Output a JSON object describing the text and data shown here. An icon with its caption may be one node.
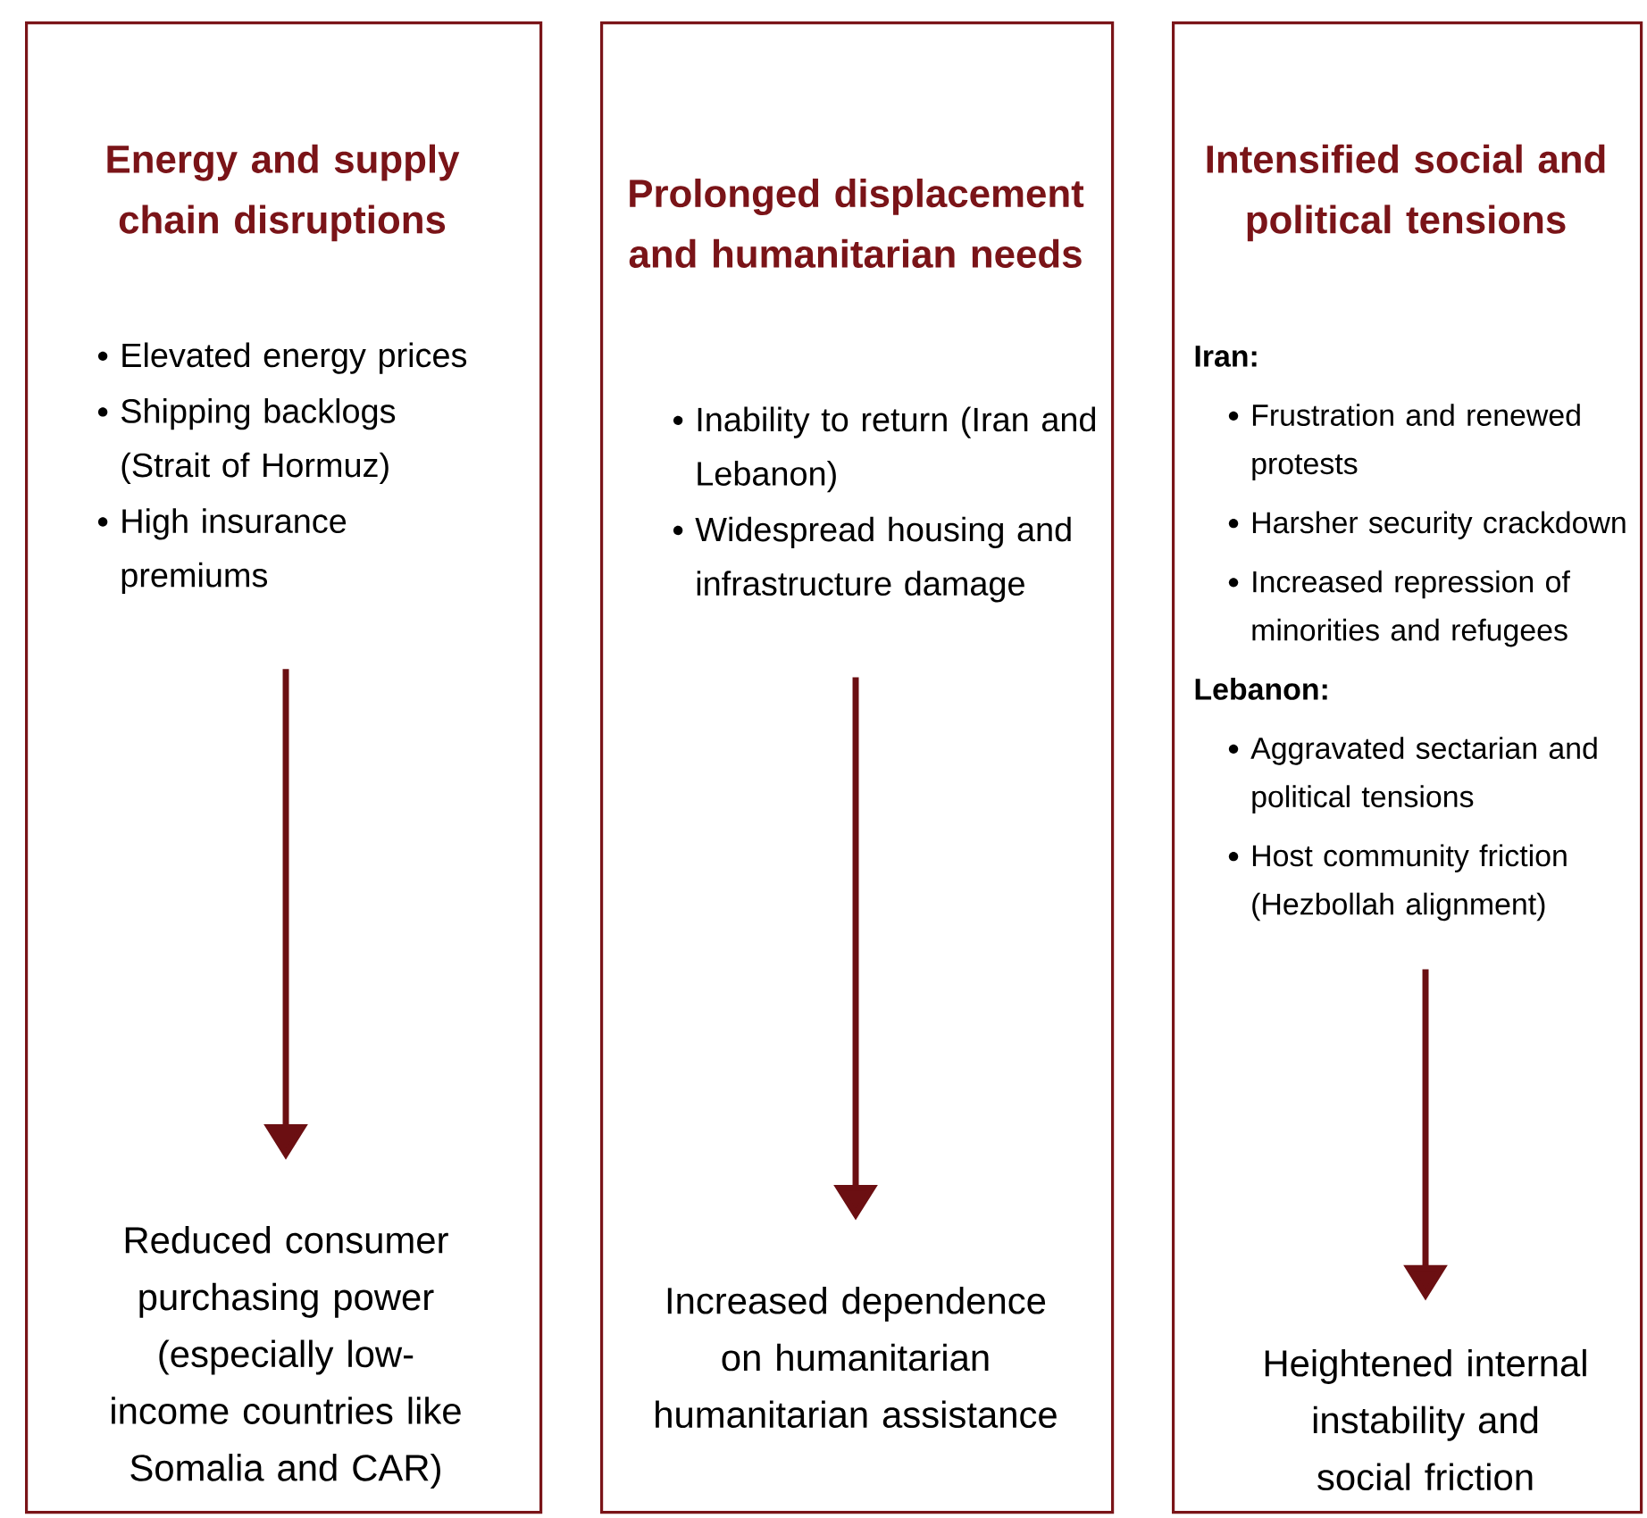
{
  "diagram": {
    "nodes": [
      {
        "text": [
          "Energy and supply chain disruptions"
        ]
      },
      {
        "text": [
          "Elevated energy prices",
          "Shipping backlogs (Strait of Hormuz)",
          "High insurance premiums"
        ],
        "in": 0
      },
      {
        "text": [
          "Reduced consumer purchasing power (especially low-income countries like Somalia and CAR)"
        ],
        "in": 0
      },
      {
        "text": [
          "Prolonged displacement and humanitarian needs"
        ]
      },
      {
        "text": [
          "Inability to return (Iran and Lebanon)",
          "Widespread housing and infrastructure damage"
        ],
        "in": 3
      },
      {
        "text": [
          "Increased dependence on humanitarian humanitarian assistance"
        ],
        "in": 3
      },
      {
        "text": [
          "Intensified social and political tensions"
        ]
      },
      {
        "text": [
          "Iran:",
          "Frustration and renewed protests",
          "Harsher security crackdown",
          "Increased repression of minorities and refugees",
          "Lebanon:",
          "Aggravated sectarian and political tensions",
          "Host community friction (Hezbollah alignment)"
        ],
        "in": 6
      },
      {
        "text": [
          "Heightened internal instability and social friction"
        ],
        "in": 6
      }
    ],
    "edges": [
      {
        "from": 1,
        "to": 2,
        "arrow": "to"
      },
      {
        "from": 4,
        "to": 5,
        "arrow": "to"
      },
      {
        "from": 7,
        "to": 8,
        "arrow": "to"
      }
    ]
  }
}
